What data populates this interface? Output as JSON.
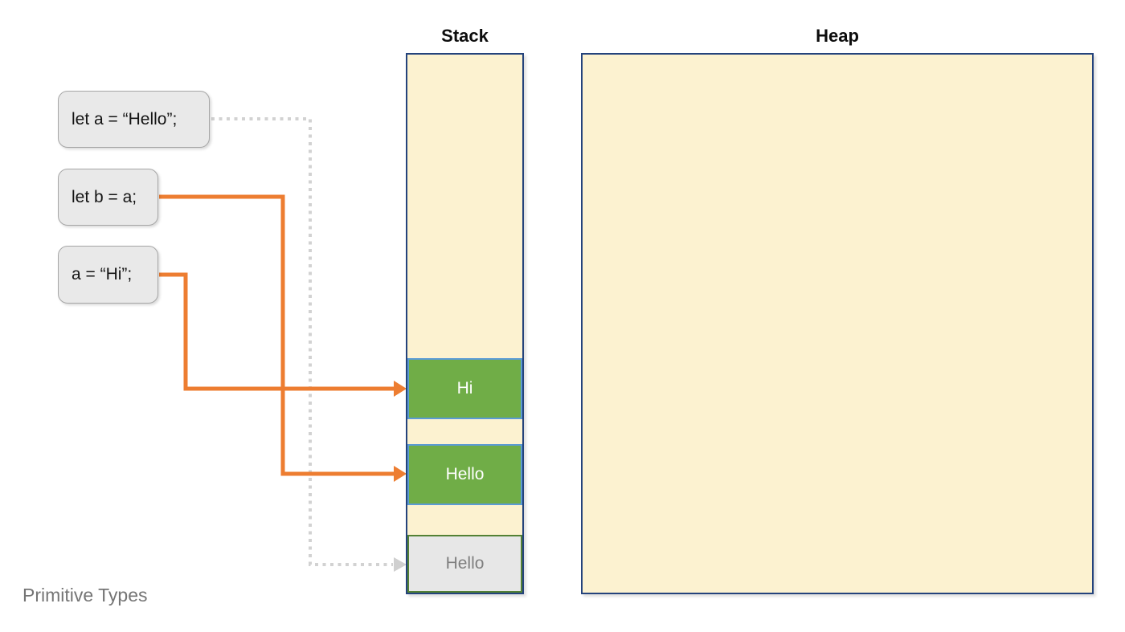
{
  "stack": {
    "title": "Stack",
    "cells": [
      {
        "label": "Hi",
        "state": "active"
      },
      {
        "label": "Hello",
        "state": "active"
      },
      {
        "label": "Hello",
        "state": "inactive"
      }
    ]
  },
  "heap": {
    "title": "Heap"
  },
  "code_boxes": [
    {
      "label": "let a = “Hello”;"
    },
    {
      "label": "let b = a;"
    },
    {
      "label": "a = “Hi”;"
    }
  ],
  "caption": "Primitive Types",
  "colors": {
    "memory_fill": "#FCF2D0",
    "memory_border": "#24437C",
    "active_cell_fill": "#70AD47",
    "active_cell_border": "#5B9BD5",
    "inactive_cell_fill": "#E7E7E7",
    "inactive_cell_border": "#538135",
    "arrow_orange": "#ED7D31",
    "arrow_dotted_gray": "#D2D2D2",
    "code_box_fill": "#E9E9E9",
    "code_box_border": "#A6A6A6",
    "caption_text": "#757575"
  }
}
